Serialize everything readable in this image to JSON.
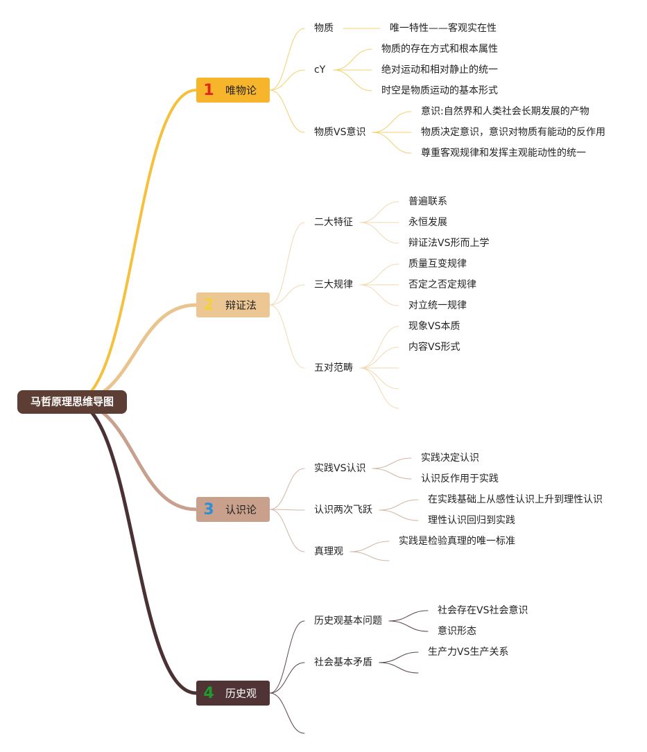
{
  "root": {
    "label": "马哲原理思维导图",
    "color": "#5d3e34"
  },
  "branches": [
    {
      "number": "1",
      "number_color": "#e0281c",
      "label": "唯物论",
      "box_color": "#f7b52c",
      "label_color": "#222222",
      "line_color": "#f5c03c",
      "sub_line_color": "#f3cf6e",
      "children": [
        {
          "label": "物质",
          "children": [
            "唯一特性——客观实在性"
          ]
        },
        {
          "label": "cY",
          "children": [
            "物质的存在方式和根本属性",
            "绝对运动和相对静止的统一",
            "时空是物质运动的基本形式"
          ]
        },
        {
          "label": "物质VS意识",
          "children": [
            "意识:自然界和人类社会长期发展的产物",
            "物质决定意识，意识对物质有能动的反作用",
            "尊重客观规律和发挥主观能动性的统一"
          ]
        }
      ]
    },
    {
      "number": "2",
      "number_color": "#f2d23a",
      "label": "辩证法",
      "box_color": "#ecc794",
      "label_color": "#222222",
      "line_color": "#e9c48f",
      "sub_line_color": "#f0d9b3",
      "children": [
        {
          "label": "二大特征",
          "children": [
            "普遍联系",
            "永恒发展",
            "辩证法VS形而上学"
          ]
        },
        {
          "label": "三大规律",
          "children": [
            "质量互变规律",
            "否定之否定规律",
            "对立统一规律"
          ]
        },
        {
          "label": "五对范畴",
          "children": [
            "现象VS本质",
            "内容VS形式",
            "",
            "",
            ""
          ]
        }
      ]
    },
    {
      "number": "3",
      "number_color": "#2b8fd8",
      "label": "认识论",
      "box_color": "#c8a08c",
      "label_color": "#222222",
      "line_color": "#c8a18e",
      "sub_line_color": "#d5b4a6",
      "children": [
        {
          "label": "实践VS认识",
          "children": [
            "实践决定认识",
            "认识反作用于实践"
          ]
        },
        {
          "label": "认识两次飞跃",
          "children": [
            "在实践基础上从感性认识上升到理性认识",
            "理性认识回归到实践"
          ]
        },
        {
          "label": "真理观",
          "children": [
            "实践是检验真理的唯一标准",
            ""
          ]
        }
      ]
    },
    {
      "number": "4",
      "number_color": "#1e9d2e",
      "label": "历史观",
      "box_color": "#503435",
      "label_color": "#ffffff",
      "line_color": "#4a3234",
      "sub_line_color": "#5c4547",
      "children": [
        {
          "label": "历史观基本问题",
          "children": [
            "社会存在VS社会意识",
            "意识形态"
          ]
        },
        {
          "label": "社会基本矛盾",
          "children": [
            "生产力VS生产关系",
            ""
          ]
        },
        {
          "label": "",
          "children": []
        }
      ]
    }
  ]
}
